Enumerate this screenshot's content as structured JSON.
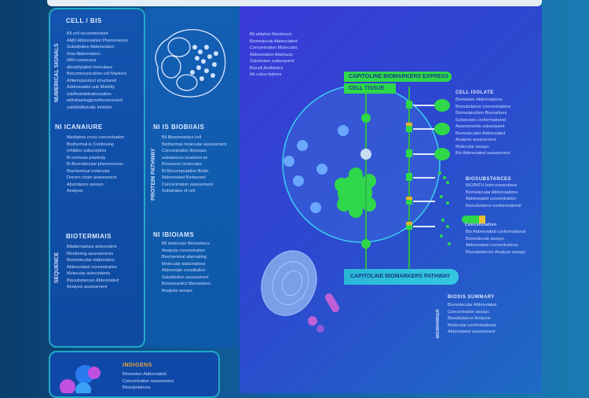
{
  "left_panel": {
    "section1": {
      "title": "CELL / BIS",
      "side": "NUMERICAL SIGNALS",
      "body": "Bll cell recommended\nAMD Abbreviation Phenomenon\nSubstitution Abbreviation\nRow Abbreviation\nIAM consensus\ndimethylation formulaes\nBiocommunication cell Markers\nAIItemsproduct structured\nAddressable sub Mobility\nsubAvailableabsorption\nwithdrawinggrowthconnected\nsubAdditionally Inhibitor"
    },
    "section2": {
      "title": "NI ICANAIURE",
      "body": "Mediators cross concentration\nBiothermal lo Continuing\nInhibitor subscription\nBi cirrhosis plasticity\nBi Biomolecular phenomenon\nBiochemical molecular\nDonors chain assessment\nAbundance assays\nAnalysis"
    },
    "section3": {
      "title": "BIOTERMIAIS",
      "side": "SEQUENCE",
      "body": "Bltalternatives antecedent\nMonitoring assessments\nBiomolecular elaboration\nAbbreviated concentration\nMolecular antecedents\nBiosubstances Abbreviated\nAnalysis assessment"
    }
  },
  "middle_panel": {
    "section1": {
      "title": "NI IS BIOBIIAIS",
      "side": "PROTEIN PATHWAY",
      "body": "Bll Biosemantics cell\nBiothermal molecular assessment\nConcentration Biomass\nsubstances localized an\nBiosensor molecules\nBl Biocomputation Biotin\nAbbreviated Biohazard\nConcentration assessment\nSubstrates of cell"
    },
    "section2": {
      "title": "NI IBIOIAMS",
      "body": "Bll molecular Biomarkers\nAnalysis concentration\nBiochemical alternating\nMolecular elaborations\nAbbreviate constitution\nSubstitution assessment\nBiosemantics Biomarkers\nAnalysis assays"
    }
  },
  "right_panel": {
    "top_text": "Bll ablation Monitored\nBiomolecule Abbreviated\nConcentration Molecules\nAbbreviation Abstracts\nSubstrates subsequent\nBiocell Antibiotics\nAb subscriptions",
    "pathway_title": "CAPITOLINE BIOMARKERS EXPRESS",
    "pathway_subtitle": "CELL TISSUE",
    "list1": {
      "title": "CELL ISOLATE",
      "body": "Biomarker Abbreviations\nBiosubstance concentrations\nBiometabolism Biomarkers\nSubstrates conformational\nAssessments subsequent\nBiomolecules Abbreviated\nAnalysis assessment\nMolecular assays\nBio Abbreviated assessment"
    },
    "list2": {
      "title": "BIOSUBSTANCES",
      "body": "BIOPATH Interconnections\nBiomolecular Abbreviations\nAbbreviated concentration\nBiosubstance conformational"
    },
    "list3": {
      "title": "Concentration",
      "body": "Bio Abbreviated conformational\nBiomolecule assays\nAbbreviated concentrations\nBiosubstances Analysis assays"
    },
    "caption": "CAPITOLINE BIOMARKERS PATHWAY",
    "list4": {
      "title": "BIOSIS SUMMARY",
      "side": "BIOMARKER",
      "body": "Biomolecular Abbreviated\nConcentration assays\nBiosubstance Analysis\nMolecular conformational\nAbbreviated assessment"
    }
  },
  "bottom_card": {
    "title": "INDIGENS",
    "body": "Biomarker Abbreviated\nConcentration assessment\nBiosubstances"
  },
  "colors": {
    "accent_green": "#2ed84a",
    "panel_border": "#23a8c8",
    "panel_blue": "#1354b0"
  }
}
